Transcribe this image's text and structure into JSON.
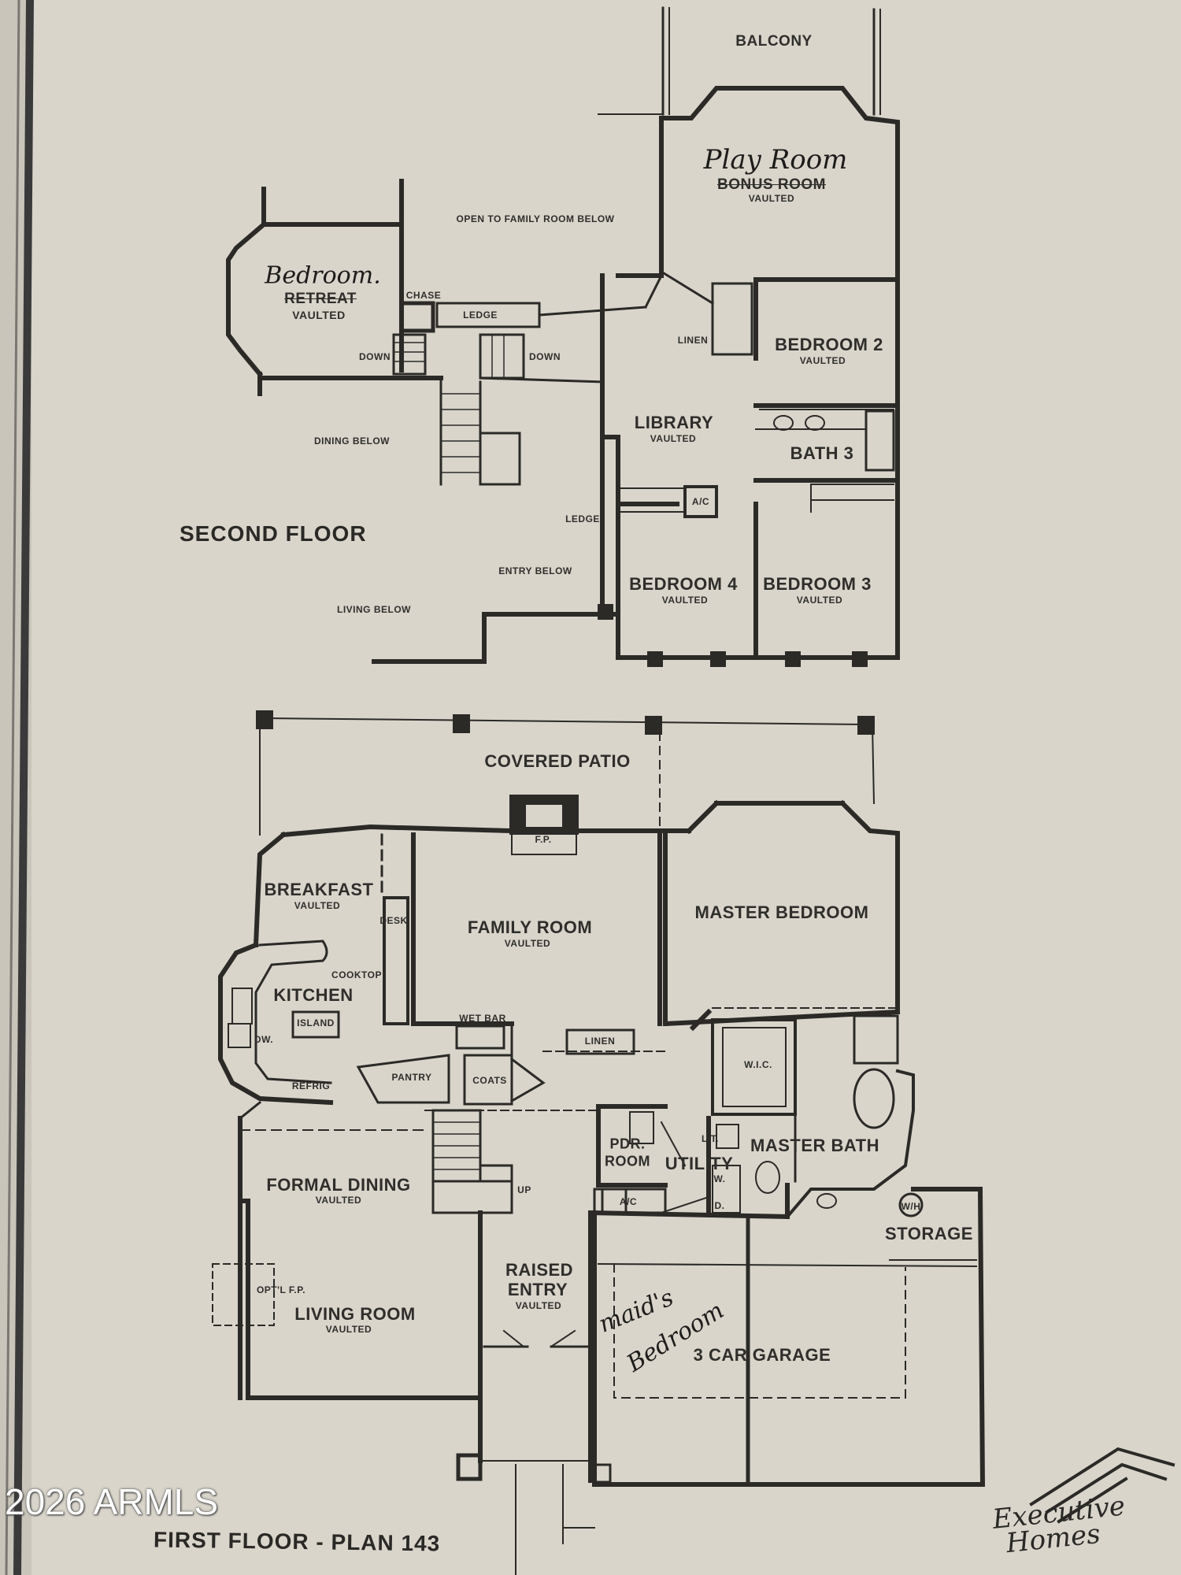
{
  "second_floor": {
    "heading": "SECOND FLOOR",
    "balcony": "BALCONY",
    "play_room": "Play Room",
    "bonus_room": "BONUS ROOM",
    "play_vaulted": "VAULTED",
    "open_to_family": "OPEN TO FAMILY ROOM BELOW",
    "bedroom_hand": "Bedroom.",
    "retreat": "RETREAT",
    "retreat_vaulted": "VAULTED",
    "chase": "CHASE",
    "ledge_top": "LEDGE",
    "down_left": "DOWN",
    "down_right": "DOWN",
    "linen": "LINEN",
    "bedroom2": "BEDROOM 2",
    "bedroom2_vaulted": "VAULTED",
    "library": "LIBRARY",
    "library_vaulted": "VAULTED",
    "bath3": "BATH 3",
    "dining_below": "DINING BELOW",
    "ac": "A/C",
    "ledge_mid": "LEDGE",
    "entry_below": "ENTRY BELOW",
    "living_below": "LIVING BELOW",
    "bedroom4": "BEDROOM 4",
    "bedroom4_vaulted": "VAULTED",
    "bedroom3": "BEDROOM 3",
    "bedroom3_vaulted": "VAULTED"
  },
  "first_floor": {
    "heading": "FIRST FLOOR - PLAN 143",
    "covered_patio": "COVERED PATIO",
    "fp": "F.P.",
    "breakfast": "BREAKFAST",
    "breakfast_vaulted": "VAULTED",
    "desk": "DESK",
    "family_room": "FAMILY ROOM",
    "family_vaulted": "VAULTED",
    "master_bedroom": "MASTER BEDROOM",
    "cooktop": "COOKTOP",
    "kitchen": "KITCHEN",
    "island": "ISLAND",
    "dw": "DW.",
    "wet_bar": "WET BAR",
    "linen": "LINEN",
    "pantry": "PANTRY",
    "coats": "COATS",
    "refrig": "REFRIG",
    "wic": "W.I.C.",
    "pdr_room_1": "PDR.",
    "pdr_room_2": "ROOM",
    "utility": "UTILITY",
    "lt": "L.T.",
    "master_bath": "MASTER BATH",
    "w": "W.",
    "d": "D.",
    "formal_dining": "FORMAL DINING",
    "formal_vaulted": "VAULTED",
    "up": "UP",
    "ac": "A/C",
    "wh": "W/H",
    "storage": "STORAGE",
    "raised_entry_1": "RAISED",
    "raised_entry_2": "ENTRY",
    "raised_vaulted": "VAULTED",
    "optl_fp": "OPT'L F.P.",
    "living_room": "LIVING ROOM",
    "living_vaulted": "VAULTED",
    "maids": "maid's",
    "bedroom_hand": "Bedroom",
    "garage": "3 CAR GARAGE"
  },
  "watermark": "2026 ARMLS",
  "brand_line1": "Executive",
  "brand_line2": "Homes",
  "colors": {
    "paper": "#d9d5cb",
    "ink": "#2b2a27",
    "edge": "#3a3a3a"
  }
}
